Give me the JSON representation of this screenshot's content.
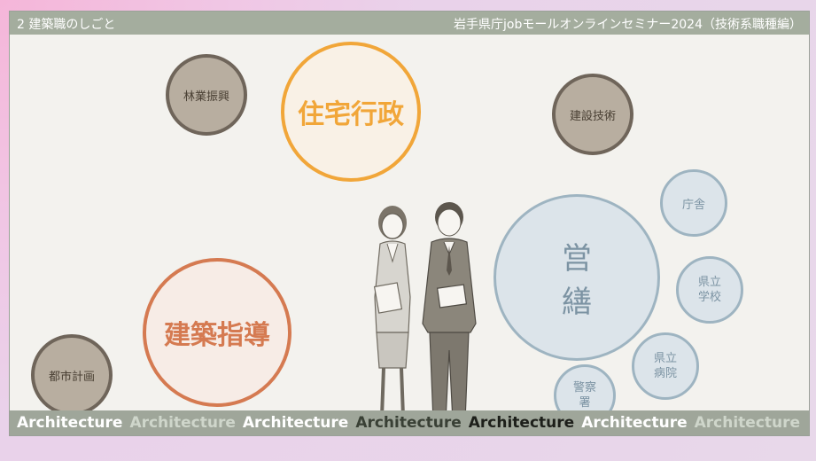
{
  "header": {
    "left": "2 建築職のしごと",
    "right": "岩手県庁jobモールオンラインセミナー2024（技術系職種編）"
  },
  "circles": {
    "forestry": "林業振興",
    "housing": "住宅行政",
    "construction_tech": "建設技術",
    "office_bldg": "庁舎",
    "maintenance": "営 繕",
    "pref_school": "県立\n学校",
    "pref_hospital": "県立\n病院",
    "police": "警察\n署",
    "building_guidance": "建築指導",
    "urban_planning": "都市計画"
  },
  "footer": {
    "words": [
      "Architecture",
      "Architecture",
      "Architecture",
      "Architecture",
      "Architecture",
      "Architecture",
      "Architecture"
    ],
    "colors": [
      "#ffffff",
      "#cfd6cb",
      "#ffffff",
      "#394035",
      "#1d1f1a",
      "#ffffff",
      "#cfd6cb"
    ]
  },
  "colors": {
    "brown_fill": "#b8aea0",
    "orange_accent": "#f1a639",
    "coral_accent": "#d57a51",
    "blue_accent": "#9eb4c1"
  }
}
